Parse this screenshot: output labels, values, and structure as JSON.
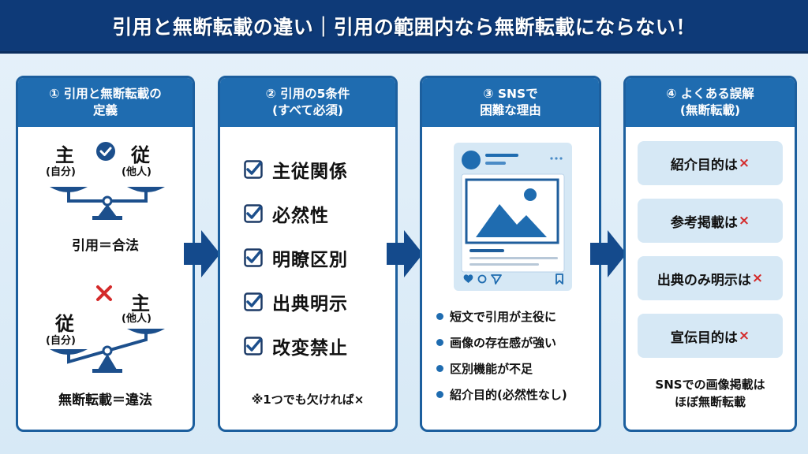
{
  "header": {
    "title": "引用と無断転載の違い｜引用の範囲内なら無断転載にならない！"
  },
  "colors": {
    "header_bg": "#0e3a78",
    "panel_head": "#1f6cb0",
    "panel_border": "#1c5f9e",
    "arrow": "#144a8c",
    "light_box": "#d6e8f5",
    "cross_red": "#d42a2a"
  },
  "panels": [
    {
      "title_line1": "① 引用と無断転載の",
      "title_line2": "定義",
      "top_scale": {
        "icon": "check-circle-icon",
        "left_main": "主",
        "left_sub": "(自分)",
        "right_main": "従",
        "right_sub": "(他人)",
        "caption": "引用＝合法"
      },
      "bottom_scale": {
        "icon": "cross-icon",
        "left_main": "従",
        "left_sub": "(自分)",
        "right_main": "主",
        "right_sub": "(他人)",
        "caption": "無断転載＝違法"
      }
    },
    {
      "title_line1": "② 引用の5条件",
      "title_line2": "(すべて必須)",
      "conditions": [
        "主従関係",
        "必然性",
        "明瞭区別",
        "出典明示",
        "改変禁止"
      ],
      "note": "※1つでも欠ければ×"
    },
    {
      "title_line1": "③ SNSで",
      "title_line2": "困難な理由",
      "illustration": "sns-post-icon",
      "reasons": [
        "短文で引用が主役に",
        "画像の存在感が強い",
        "区別機能が不足",
        "紹介目的(必然性なし)"
      ]
    },
    {
      "title_line1": "④ よくある誤解",
      "title_line2": "(無断転載)",
      "myths": [
        {
          "text": "紹介目的は",
          "mark": "×"
        },
        {
          "text": "参考掲載は",
          "mark": "×"
        },
        {
          "text": "出典のみ明示は",
          "mark": "×"
        },
        {
          "text": "宣伝目的は",
          "mark": "×"
        }
      ],
      "summary_line1": "SNSでの画像掲載は",
      "summary_line2": "ほぼ無断転載"
    }
  ]
}
